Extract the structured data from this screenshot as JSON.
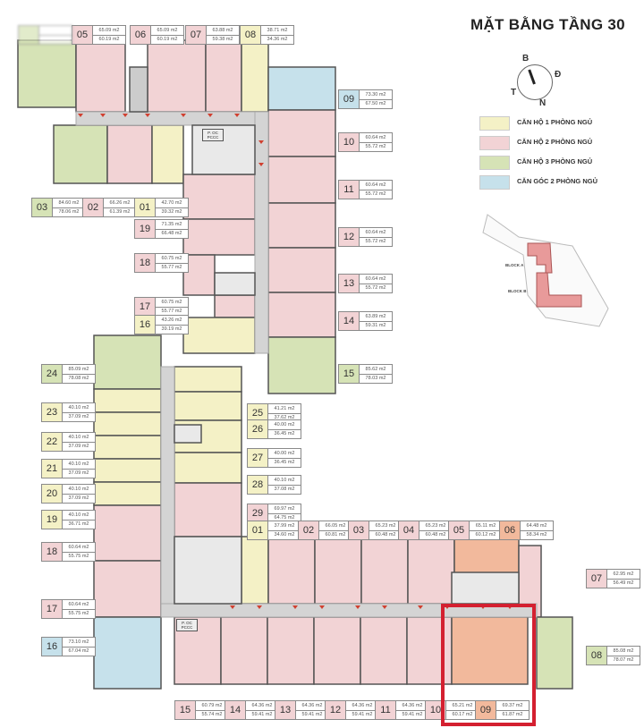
{
  "header": {
    "title": "MẶT BẰNG TẦNG 30"
  },
  "compass": {
    "north": "B",
    "east": "Đ",
    "south": "N",
    "west": "T"
  },
  "legend": [
    {
      "label": "CĂN HỘ 1 PHÒNG NGỦ",
      "type": "1br",
      "color": "#f4f1c6"
    },
    {
      "label": "CĂN HỘ 2 PHÒNG NGỦ",
      "type": "2br",
      "color": "#f2d3d5"
    },
    {
      "label": "CĂN HỘ 3 PHÒNG NGỦ",
      "type": "3br",
      "color": "#d6e3b6"
    },
    {
      "label": "CĂN GÓC 2 PHÒNG NGỦ",
      "type": "corner2br",
      "color": "#c6e1eb"
    }
  ],
  "highlight_color": "#f2b99c",
  "site_map": {
    "block_a": "BLOCK A",
    "block_b": "BLOCK B"
  },
  "core_label": "P. OC PCCC",
  "block_a_units": [
    {
      "id": "05",
      "area1": "65.09 m2",
      "area2": "60.19 m2",
      "type": "2br"
    },
    {
      "id": "06",
      "area1": "65.09 m2",
      "area2": "60.19 m2",
      "type": "2br"
    },
    {
      "id": "07",
      "area1": "63.88 m2",
      "area2": "59.38 m2",
      "type": "2br"
    },
    {
      "id": "08",
      "area1": "38.71 m2",
      "area2": "34.36 m2",
      "type": "1br"
    },
    {
      "id": "09",
      "area1": "73.30 m2",
      "area2": "67.50 m2",
      "type": "corner2br"
    },
    {
      "id": "10",
      "area1": "60.64 m2",
      "area2": "55.72 m2",
      "type": "2br"
    },
    {
      "id": "11",
      "area1": "60.64 m2",
      "area2": "55.72 m2",
      "type": "2br"
    },
    {
      "id": "12",
      "area1": "60.64 m2",
      "area2": "55.72 m2",
      "type": "2br"
    },
    {
      "id": "13",
      "area1": "60.64 m2",
      "area2": "55.72 m2",
      "type": "2br"
    },
    {
      "id": "14",
      "area1": "63.89 m2",
      "area2": "59.31 m2",
      "type": "2br"
    },
    {
      "id": "15",
      "area1": "85.62 m2",
      "area2": "78.03 m2",
      "type": "3br"
    },
    {
      "id": "03",
      "area1": "84.60 m2",
      "area2": "78.06 m2",
      "type": "3br"
    },
    {
      "id": "02",
      "area1": "66.26 m2",
      "area2": "61.39 m2",
      "type": "2br"
    },
    {
      "id": "01",
      "area1": "42.70 m2",
      "area2": "39.32 m2",
      "type": "1br"
    },
    {
      "id": "19",
      "area1": "71.35 m2",
      "area2": "66.48 m2",
      "type": "2br"
    },
    {
      "id": "18",
      "area1": "60.75 m2",
      "area2": "55.77 m2",
      "type": "2br"
    },
    {
      "id": "17",
      "area1": "60.75 m2",
      "area2": "55.77 m2",
      "type": "2br"
    },
    {
      "id": "16",
      "area1": "43.26 m2",
      "area2": "39.19 m2",
      "type": "1br"
    }
  ],
  "block_b_units": [
    {
      "id": "24",
      "area1": "85.09 m2",
      "area2": "78.08 m2",
      "type": "3br"
    },
    {
      "id": "23",
      "area1": "40.10 m2",
      "area2": "37.09 m2",
      "type": "1br"
    },
    {
      "id": "22",
      "area1": "40.10 m2",
      "area2": "37.09 m2",
      "type": "1br"
    },
    {
      "id": "21",
      "area1": "40.10 m2",
      "area2": "37.09 m2",
      "type": "1br"
    },
    {
      "id": "20",
      "area1": "40.10 m2",
      "area2": "37.09 m2",
      "type": "1br"
    },
    {
      "id": "19",
      "area1": "40.10 m2",
      "area2": "36.71 m2",
      "type": "1br"
    },
    {
      "id": "18",
      "area1": "60.64 m2",
      "area2": "55.75 m2",
      "type": "2br"
    },
    {
      "id": "17",
      "area1": "60.64 m2",
      "area2": "55.75 m2",
      "type": "2br"
    },
    {
      "id": "16",
      "area1": "73.10 m2",
      "area2": "67.04 m2",
      "type": "corner2br"
    },
    {
      "id": "25",
      "area1": "41.21 m2",
      "area2": "37.62 m2",
      "type": "1br"
    },
    {
      "id": "26",
      "area1": "40.00 m2",
      "area2": "36.45 m2",
      "type": "1br"
    },
    {
      "id": "27",
      "area1": "40.00 m2",
      "area2": "36.45 m2",
      "type": "1br"
    },
    {
      "id": "28",
      "area1": "40.10 m2",
      "area2": "37.08 m2",
      "type": "1br"
    },
    {
      "id": "29",
      "area1": "69.97 m2",
      "area2": "64.75 m2",
      "type": "2br"
    },
    {
      "id": "01",
      "area1": "37.99 m2",
      "area2": "34.60 m2",
      "type": "1br"
    },
    {
      "id": "02",
      "area1": "66.05 m2",
      "area2": "60.81 m2",
      "type": "2br"
    },
    {
      "id": "03",
      "area1": "65.23 m2",
      "area2": "60.48 m2",
      "type": "2br"
    },
    {
      "id": "04",
      "area1": "65.23 m2",
      "area2": "60.48 m2",
      "type": "2br"
    },
    {
      "id": "05",
      "area1": "65.11 m2",
      "area2": "60.12 m2",
      "type": "2br"
    },
    {
      "id": "06",
      "area1": "64.48 m2",
      "area2": "58.34 m2",
      "type": "highlight"
    },
    {
      "id": "07",
      "area1": "62.95 m2",
      "area2": "56.49 m2",
      "type": "2br"
    },
    {
      "id": "08",
      "area1": "85.08 m2",
      "area2": "78.07 m2",
      "type": "3br"
    },
    {
      "id": "15",
      "area1": "60.79 m2",
      "area2": "55.74 m2",
      "type": "2br"
    },
    {
      "id": "14",
      "area1": "64.36 m2",
      "area2": "59.41 m2",
      "type": "2br"
    },
    {
      "id": "13",
      "area1": "64.36 m2",
      "area2": "59.41 m2",
      "type": "2br"
    },
    {
      "id": "12",
      "area1": "64.36 m2",
      "area2": "59.41 m2",
      "type": "2br"
    },
    {
      "id": "11",
      "area1": "64.36 m2",
      "area2": "59.41 m2",
      "type": "2br"
    },
    {
      "id": "10",
      "area1": "65.21 m2",
      "area2": "60.17 m2",
      "type": "2br"
    },
    {
      "id": "09",
      "area1": "69.37 m2",
      "area2": "61.87 m2",
      "type": "highlight"
    }
  ]
}
